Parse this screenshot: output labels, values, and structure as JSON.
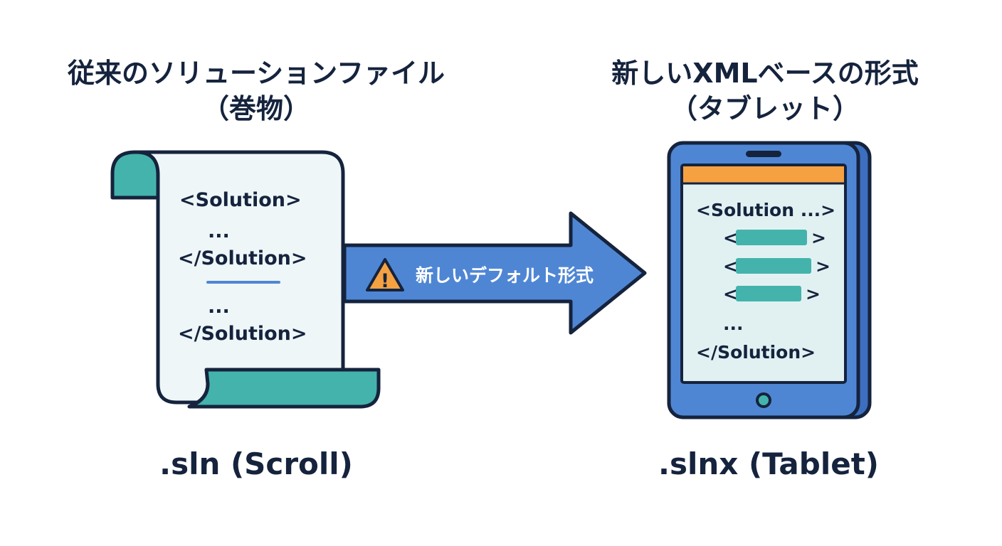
{
  "left": {
    "heading_line1": "従来のソリューションファイル",
    "heading_line2": "（巻物）",
    "caption": ".sln (Scroll)",
    "code_lines": [
      "<Solution>",
      "...",
      "</Solution>",
      "...",
      "</Solution>"
    ]
  },
  "right": {
    "heading_line1": "新しいXMLベースの形式",
    "heading_line2": "（タブレット）",
    "caption": ".slnx (Tablet)",
    "code_first": "<Solution ...>",
    "code_rows": [
      {
        "open": "<",
        "close": ">"
      },
      {
        "open": "<",
        "close": ">"
      },
      {
        "open": "<",
        "close": ">"
      }
    ],
    "code_ellipsis": "...",
    "code_last": "</Solution>"
  },
  "arrow": {
    "label": "新しいデフォルト形式",
    "warning_symbol": "!",
    "warning_icon": "warning-triangle-icon"
  },
  "colors": {
    "navy": "#15233d",
    "teal": "#44b3ac",
    "blue": "#4f86d4",
    "orange": "#f5a142",
    "paper": "#eef6f8",
    "screen": "#e1f1f2"
  }
}
